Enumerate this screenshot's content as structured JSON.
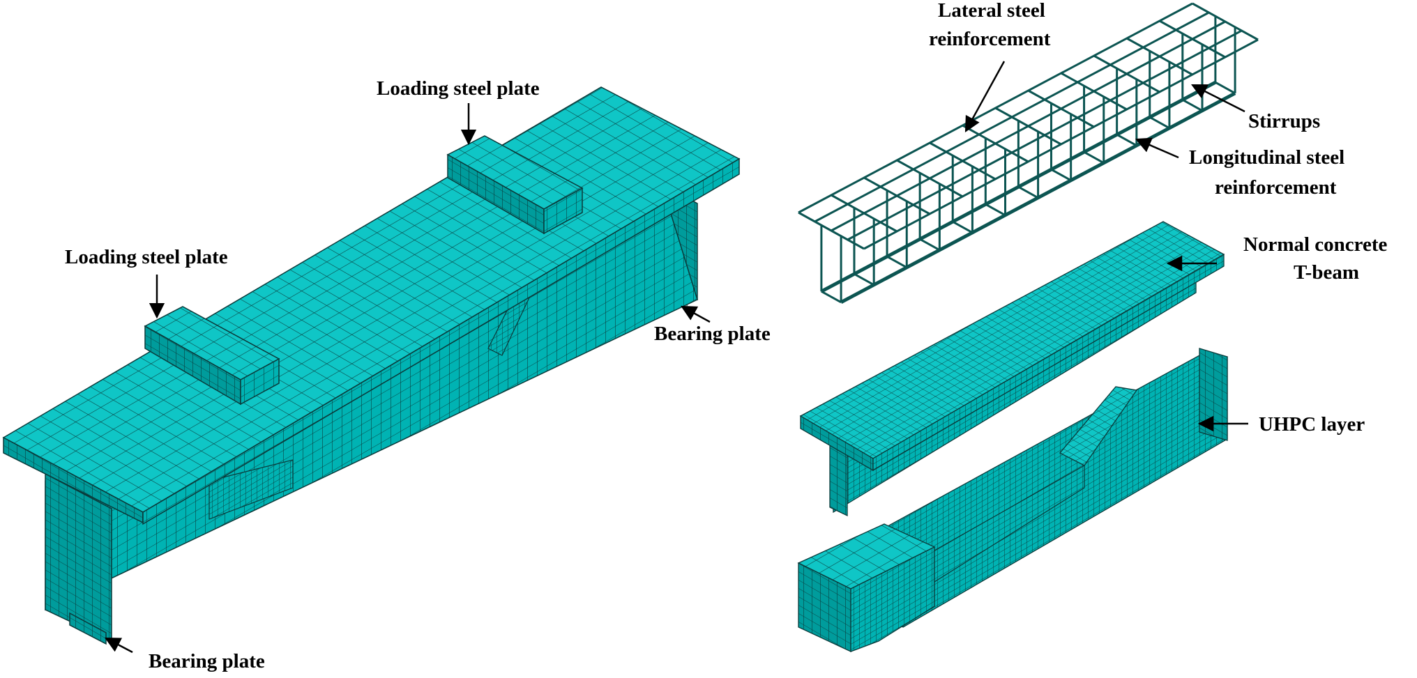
{
  "colors": {
    "mesh_fill": "#00B3B3",
    "mesh_top": "#0FC6C6",
    "mesh_side": "#009C9C",
    "mesh_line": "#0B3A3A",
    "rebar": "#0C5552",
    "text": "#000000",
    "background": "#ffffff"
  },
  "labels": {
    "loading_plate_right": "Loading steel plate",
    "loading_plate_left": "Loading steel plate",
    "bearing_plate_right": "Bearing plate",
    "bearing_plate_left": "Bearing plate",
    "lateral_line1": "Lateral steel",
    "lateral_line2": "reinforcement",
    "stirrups": "Stirrups",
    "longitudinal_line1": "Longitudinal steel",
    "longitudinal_line2": "reinforcement",
    "normal_line1": "Normal concrete",
    "normal_line2": "T-beam",
    "uhpc": "UHPC layer"
  }
}
